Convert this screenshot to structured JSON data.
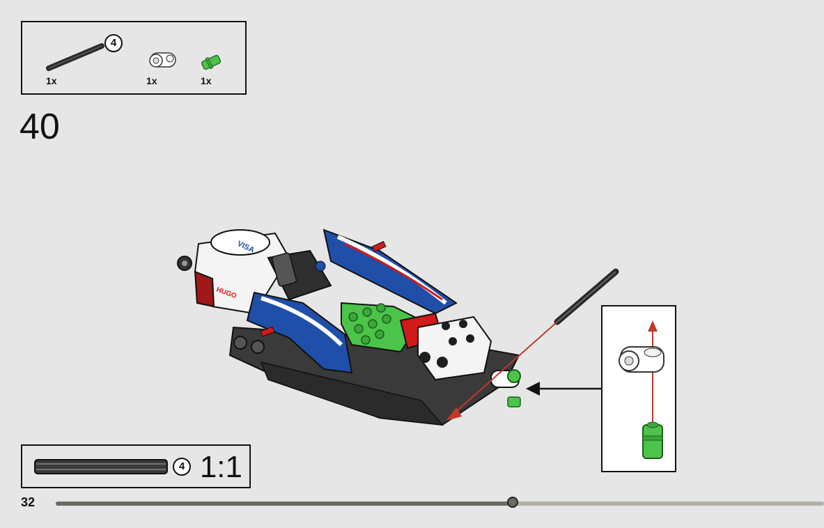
{
  "parts_list": {
    "items": [
      {
        "name": "axle",
        "length": "4",
        "qty": "1x"
      },
      {
        "name": "white-pin-connector",
        "qty": "1x"
      },
      {
        "name": "green-pin",
        "qty": "1x"
      }
    ]
  },
  "step": {
    "number": "40"
  },
  "model": {
    "decals": {
      "brand1": "VISA",
      "brand2": "HUGO"
    }
  },
  "scale_reference": {
    "length": "4",
    "scale": "1:1"
  },
  "footer": {
    "page_number": "32",
    "progress": 0.595
  },
  "colors": {
    "background": "#e6e6e6",
    "blue": "#1f4fa8",
    "green": "#4cc44a",
    "red": "#d11a1a",
    "dark_gray": "#3a3a3a",
    "arrow_red": "#c0392b"
  }
}
